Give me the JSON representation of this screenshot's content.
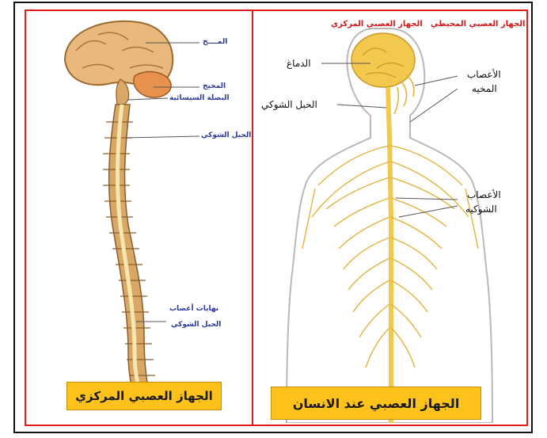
{
  "left_panel": {
    "caption": "الجهاز العصبي المركزي",
    "labels": {
      "brain": "المــــخ",
      "cerebellum": "المخيخ",
      "medulla": "البصلة السيسائية",
      "spinal_cord": "الحبل الشوكي",
      "nerve_endings_line1": "نهايات أعصاب",
      "nerve_endings_line2": "الحبل الشوكي"
    }
  },
  "right_panel": {
    "caption": "الجهاز العصبي عند الانسان",
    "top_labels": {
      "peripheral": "الجهاز العصبي المحيطي",
      "central": "الجهاز العصبي المركزي"
    },
    "labels": {
      "brain": "الدماغ",
      "spinal_cord": "الحبل الشوكي",
      "cranial_nerves_line1": "الأعصاب",
      "cranial_nerves_line2": "المخيه",
      "spinal_nerves_line1": "الأعصاب",
      "spinal_nerves_line2": "الشوكيه"
    }
  },
  "colors": {
    "frame_red": "#e01b1b",
    "caption_bg": "#ffc21a",
    "nerve_yellow": "#f2c94c",
    "bone": "#d9a866"
  }
}
